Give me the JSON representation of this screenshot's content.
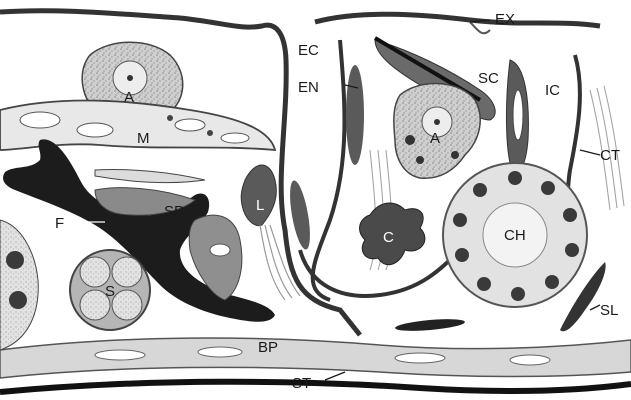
{
  "labels": {
    "A1": "A",
    "A2": "A",
    "M": "M",
    "F": "F",
    "SP": "SP",
    "L": "L",
    "S": "S",
    "EC": "EC",
    "EN": "EN",
    "EX": "EX",
    "SC": "SC",
    "IC": "IC",
    "CT": "CT",
    "C": "C",
    "CH": "CH",
    "SL": "SL",
    "BP": "BP",
    "ST": "ST"
  }
}
